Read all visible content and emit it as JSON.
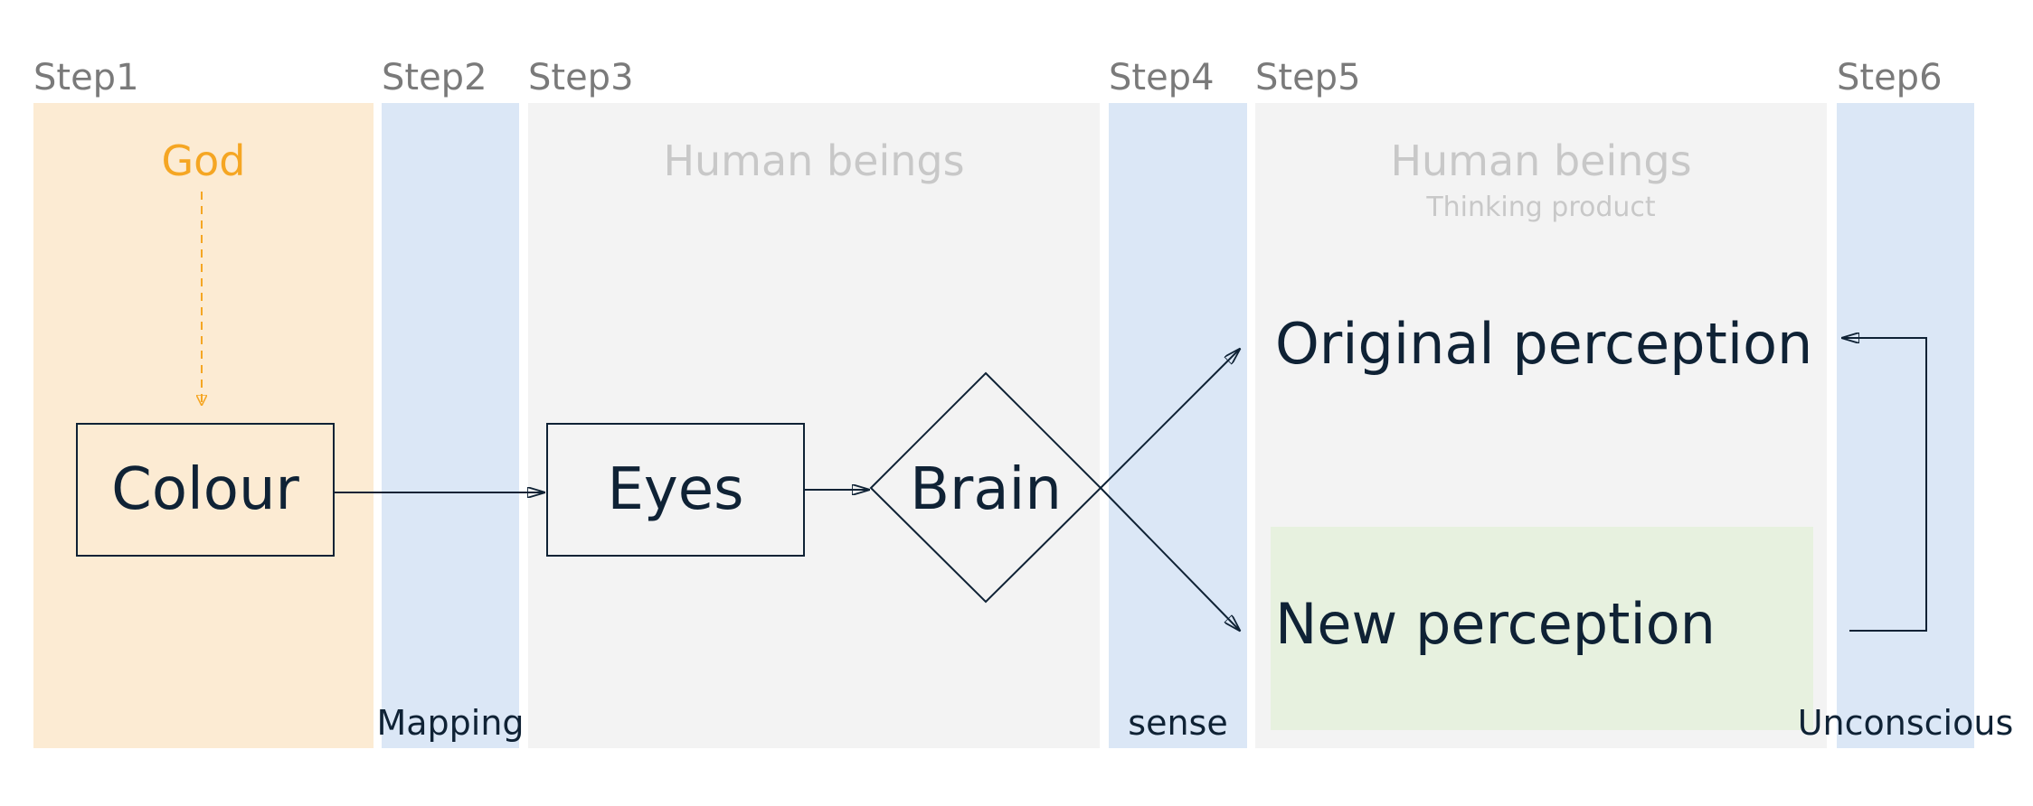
{
  "steps": {
    "step1": "Step1",
    "step2": "Step2",
    "step3": "Step3",
    "step4": "Step4",
    "step5": "Step5",
    "step6": "Step6"
  },
  "panels": {
    "god_title": "God",
    "human_title_1": "Human beings",
    "human_title_2": "Human beings",
    "human_subtitle_2": "Thinking product"
  },
  "nodes": {
    "colour": "Colour",
    "eyes": "Eyes",
    "brain": "Brain",
    "original_perception": "Original perception",
    "new_perception": "New perception"
  },
  "bottom_labels": {
    "mapping": "Mapping",
    "sense": "sense",
    "unconscious": "Unconscious"
  },
  "colors": {
    "god_panel": "#fcebd3",
    "blue_panel": "#dbe7f6",
    "gray_panel": "#f3f3f3",
    "green_box": "#e7f1df",
    "orange_text": "#f5a623",
    "gray_text": "#c8c8c8",
    "step_text": "#7a7a7a",
    "dark_text": "#0f2235",
    "line": "#0f2235"
  }
}
